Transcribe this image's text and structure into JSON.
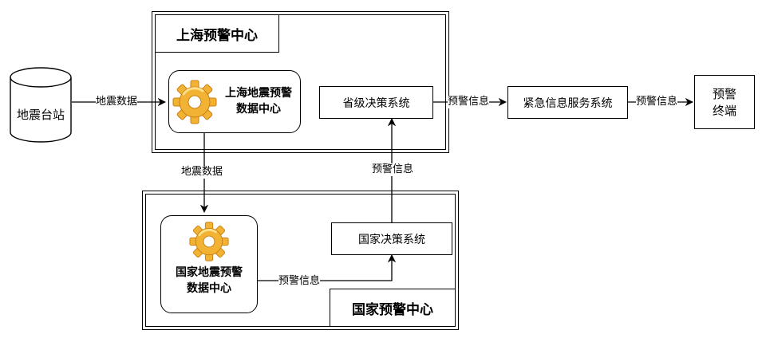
{
  "nodes": {
    "seismic_station": "地震台站",
    "shanghai_center_title": "上海预警中心",
    "shanghai_data_center_line1": "上海地震预警",
    "shanghai_data_center_line2": "数据中心",
    "provincial_decision": "省级决策系统",
    "emergency_service": "紧急信息服务系统",
    "terminal_line1": "预警",
    "terminal_line2": "终端",
    "national_center_title": "国家预警中心",
    "national_data_center_line1": "国家地震预警",
    "national_data_center_line2": "数据中心",
    "national_decision": "国家决策系统"
  },
  "edges": {
    "station_to_shanghai": "地震数据",
    "shanghai_to_national": "地震数据",
    "provincial_to_emergency": "预警信息",
    "emergency_to_terminal": "预警信息",
    "national_to_provincial": "预警信息",
    "national_data_to_decision": "预警信息"
  },
  "icons": {
    "data_center_icon": "gear-icon",
    "station_icon": "database-cylinder-icon"
  },
  "colors": {
    "gear_fill": "#F2B233",
    "gear_shade": "#D98E1A"
  }
}
